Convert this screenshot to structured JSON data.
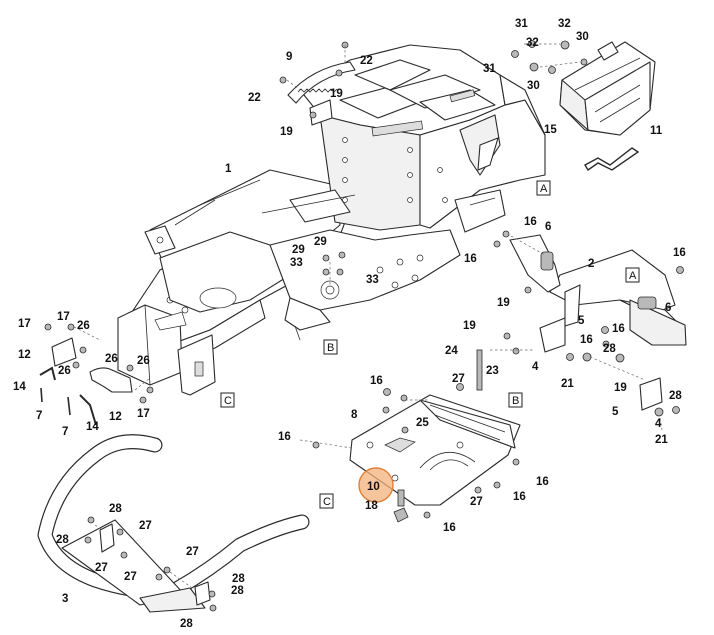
{
  "diagram": {
    "part_numbers": [
      "31",
      "32",
      "30",
      "9",
      "22",
      "19",
      "22",
      "31",
      "30",
      "32",
      "15",
      "11",
      "19",
      "1",
      "A",
      "16",
      "6",
      "29",
      "29",
      "33",
      "33",
      "16",
      "2",
      "16",
      "A",
      "19",
      "6",
      "17",
      "26",
      "17",
      "12",
      "26",
      "26",
      "B",
      "19",
      "5",
      "16",
      "14",
      "26",
      "12",
      "17",
      "7",
      "7",
      "14",
      "C",
      "16",
      "27",
      "B",
      "24",
      "23",
      "16",
      "28",
      "4",
      "5",
      "21",
      "28",
      "19",
      "8",
      "25",
      "16",
      "10",
      "18",
      "27",
      "16",
      "16",
      "16",
      "4",
      "21",
      "28",
      "28",
      "27",
      "28",
      "27",
      "27",
      "3",
      "28",
      "27",
      "28",
      "C"
    ],
    "highlighted_part": "10",
    "section_refs": [
      "A",
      "B",
      "C"
    ],
    "colors": {
      "line": "#2a2a2a",
      "highlight_fill": "#f4b27a",
      "highlight_stroke": "#e07f35",
      "background": "#ffffff"
    }
  }
}
